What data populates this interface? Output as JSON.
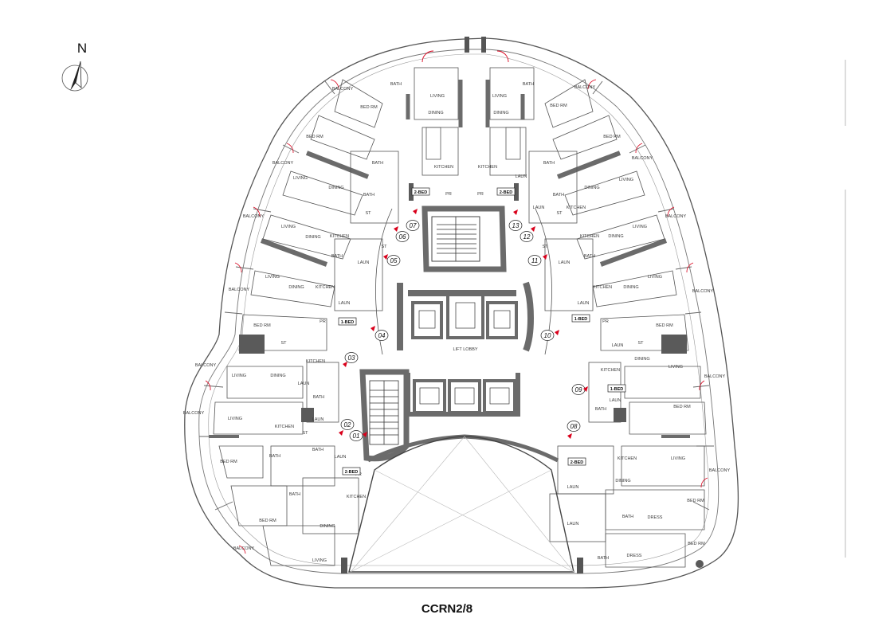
{
  "north_label": "N",
  "drawing_title": "CCRN2/8",
  "core": {
    "lift_lobby": "LIFT LOBBY"
  },
  "unit_numbers": [
    "01",
    "02",
    "03",
    "04",
    "05",
    "06",
    "07",
    "08",
    "09",
    "10",
    "11",
    "12",
    "13"
  ],
  "unit_tags": {
    "two_bed_top_left": "2-BED",
    "two_bed_top_right": "2-BED",
    "one_bed_left": "1-BED",
    "one_bed_right": "1-BED",
    "one_bed_right_lower": "1-BED",
    "two_bed_bottom_left": "2-BED",
    "two_bed_bottom_right": "2-BED"
  },
  "room_labels": {
    "balcony": "BALCONY",
    "bath": "BATH",
    "bed_rm": "BED RM",
    "living": "LIVING",
    "dining": "DINING",
    "kitchen": "KITCHEN",
    "laun": "LAUN",
    "st": "ST",
    "pr": "PR",
    "dress": "DRESS"
  },
  "colors": {
    "wall": "#6b6b6b",
    "line": "#555555",
    "door_marker": "#d9001b",
    "column": "#5a5a5a"
  }
}
